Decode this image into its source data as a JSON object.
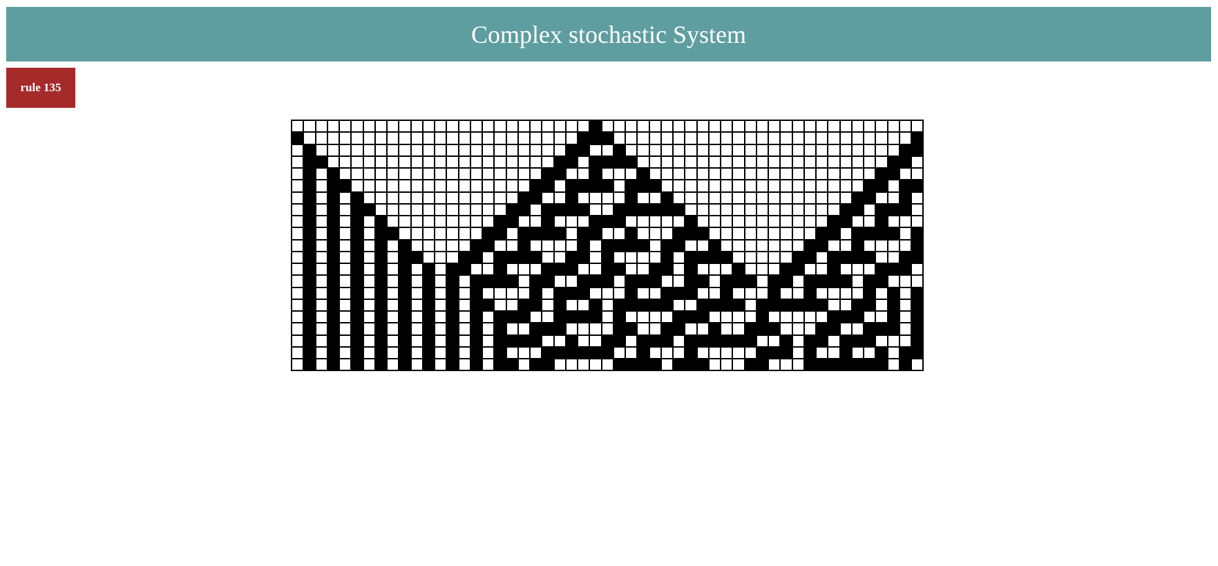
{
  "header": {
    "title": "Complex stochastic System",
    "background_color": "#5f9ea0",
    "text_color": "#ffffff"
  },
  "rule_button": {
    "label": "rule 135",
    "background_color": "#a52a2a"
  },
  "automaton": {
    "rule": 135,
    "columns": 53,
    "rows": 21,
    "initial_black_column": 25,
    "cell_color_on": "#ffffff",
    "cell_color_off": "#000000"
  }
}
